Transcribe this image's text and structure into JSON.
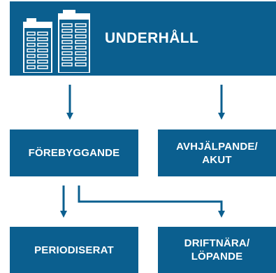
{
  "root": {
    "label": "UNDERHÅLL",
    "icon": "apartment-buildings-icon"
  },
  "level1": {
    "left": {
      "label": "FÖREBYGGANDE"
    },
    "right": {
      "line1": "AVHJÄLPANDE/",
      "line2": "AKUT"
    }
  },
  "level2": {
    "left": {
      "label": "PERIODISERAT"
    },
    "right": {
      "line1": "DRIFTNÄRA/",
      "line2": "LÖPANDE"
    }
  },
  "colors": {
    "box": "#0b5f8f",
    "text": "#ffffff",
    "arrow": "#0b5f8f",
    "background": "#ffffff"
  }
}
